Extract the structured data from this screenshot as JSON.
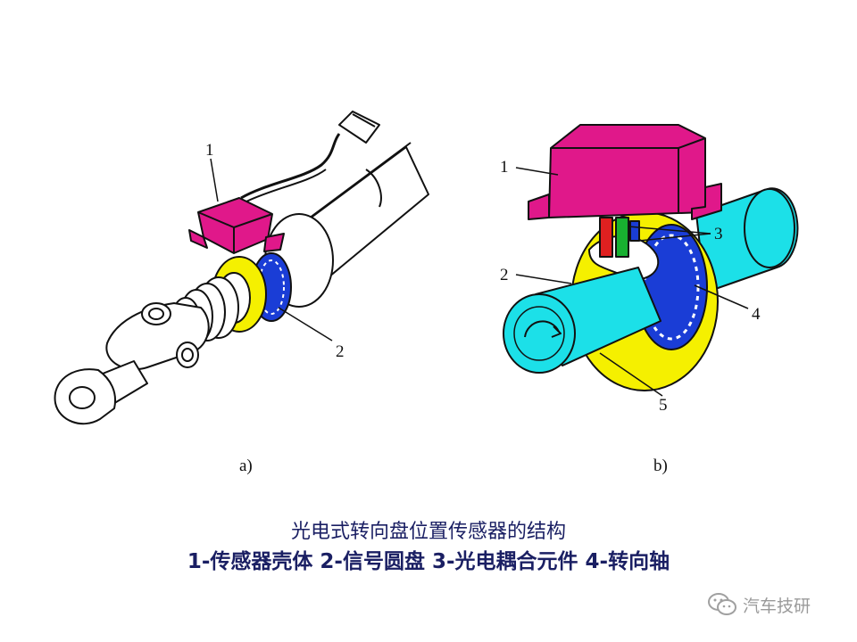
{
  "figure": {
    "panel_a": {
      "label": "a)",
      "callouts": [
        "1",
        "2"
      ]
    },
    "panel_b": {
      "label": "b)",
      "callouts": [
        "1",
        "2",
        "3",
        "4",
        "5"
      ]
    }
  },
  "caption": {
    "title": "光电式转向盘位置传感器的结构",
    "legend": "1-传感器壳体 2-信号圆盘 3-光电耦合元件 4-转向轴"
  },
  "watermark": {
    "text": "汽车技研",
    "icon": "wechat-icon"
  },
  "colors": {
    "housing": "#e0188a",
    "disc": "#f5f000",
    "shaft": "#1ce0e8",
    "optical": "#1a3dd6",
    "caption": "#1a1f63"
  }
}
